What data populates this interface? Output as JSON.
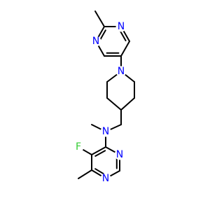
{
  "molecule": {
    "atoms": [
      {
        "id": "n1",
        "label": "N"
      },
      {
        "id": "n2",
        "label": "N"
      },
      {
        "id": "n3",
        "label": "N"
      },
      {
        "id": "n4",
        "label": "N"
      },
      {
        "id": "n5",
        "label": "N"
      },
      {
        "id": "n6",
        "label": "N"
      },
      {
        "id": "f1",
        "label": "F"
      }
    ]
  },
  "colors": {
    "bond": "#000000",
    "nitrogen": "#0000ff",
    "fluorine": "#33cc33"
  }
}
